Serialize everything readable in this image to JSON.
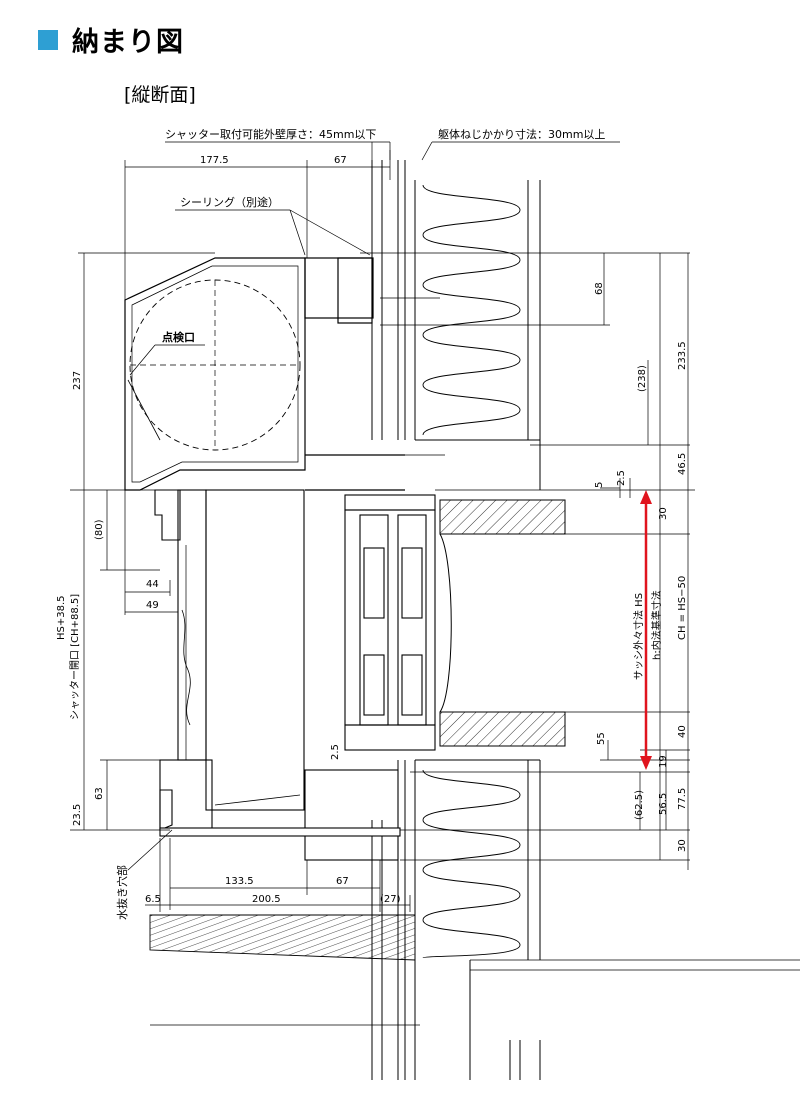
{
  "title": "納まり図",
  "section": "[縦断面]",
  "accent_color": "#2e9fd3",
  "arrow_color": "#e0141e",
  "notes": {
    "wall_thickness": "シャッター取付可能外壁厚さ：45mm以下",
    "screw_depth": "躯体ねじかかり寸法：30mm以上",
    "sealing": "シーリング（別途）",
    "inspection": "点検口",
    "drain": "水抜き穴部",
    "shutter_opening": "シャッター開口 [CH+88.5]",
    "hs_plus": "HS+38.5",
    "sash_size": "サッシ外々寸法 HS",
    "inner_size": "h:内法基準寸法",
    "ch": "CH = HS−50"
  },
  "dims": {
    "d177": "177.5",
    "d67a": "67",
    "d68": "68",
    "d237": "237",
    "d238": "(238)",
    "d233": "233.5",
    "d46": "46.5",
    "d5": "5",
    "d2_5a": "2.5",
    "d30a": "30",
    "d80": "(80)",
    "d44": "44",
    "d49": "49",
    "d55": "55",
    "d40": "40",
    "d2_5b": "2.5",
    "d19": "19",
    "d63": "63",
    "d23": "23.5",
    "d62": "(62.5)",
    "d56": "56.5",
    "d77": "77.5",
    "d30b": "30",
    "d133": "133.5",
    "d67b": "67",
    "d6_5": "6.5",
    "d200": "200.5",
    "d27": "(27)"
  }
}
